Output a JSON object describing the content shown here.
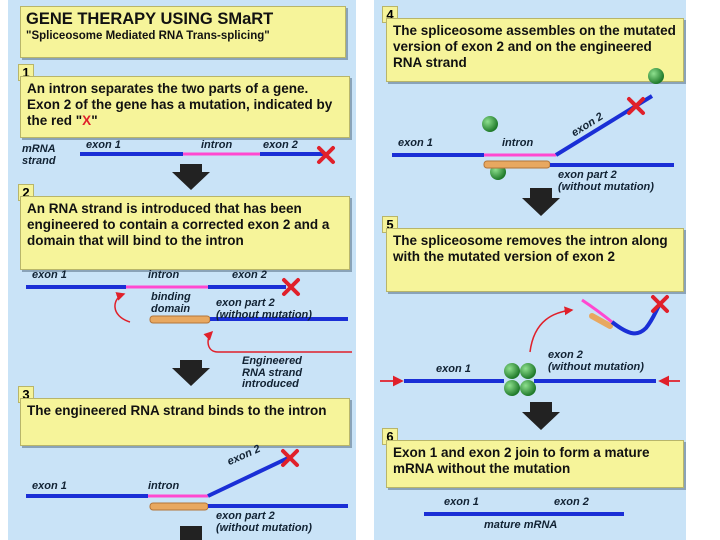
{
  "left": {
    "title": "GENE THERAPY USING SMaRT",
    "subtitle": "\"Spliceosome Mediated RNA Trans-splicing\"",
    "step1": {
      "num": "1",
      "text_pre": "An intron separates the two parts of a gene. Exon 2 of the gene has a mutation, indicated by the red \"",
      "text_x": "X",
      "text_post": "\"",
      "mrna": "mRNA",
      "strand": "strand",
      "exon1": "exon 1",
      "intron": "intron",
      "exon2": "exon 2"
    },
    "step2": {
      "num": "2",
      "text": "An RNA strand is introduced that has been engineered to contain a corrected exon 2 and a domain that will bind to the intron",
      "exon1": "exon 1",
      "intron": "intron",
      "exon2": "exon 2",
      "binding": "binding",
      "domain": "domain",
      "part2": "exon part 2",
      "without": "(without mutation)",
      "eng1": "Engineered",
      "eng2": "RNA strand",
      "eng3": "introduced"
    },
    "step3": {
      "num": "3",
      "text": "The engineered RNA strand binds to the intron",
      "exon1": "exon 1",
      "intron": "intron",
      "exon2": "exon 2",
      "part2": "exon part 2",
      "without": "(without mutation)"
    }
  },
  "right": {
    "step4": {
      "num": "4",
      "text": "The spliceosome assembles on the mutated version of exon 2 and on the engineered RNA strand",
      "exon1": "exon 1",
      "intron": "intron",
      "exon2": "exon 2",
      "part2": "exon part 2",
      "without": "(without mutation)"
    },
    "step5": {
      "num": "5",
      "text": "The spliceosome removes the intron along with the mutated version of exon 2",
      "exon1": "exon 1",
      "exon2": "exon 2",
      "without": "(without mutation)"
    },
    "step6": {
      "num": "6",
      "text": "Exon 1 and exon 2 join to form a mature mRNA without the mutation",
      "exon1": "exon 1",
      "exon2": "exon 2",
      "mature": "mature mRNA"
    }
  },
  "colors": {
    "panel_bg": "#c9e3f7",
    "box_bg": "#f6f49a",
    "exon": "#1a2fd6",
    "intron": "#ff48d0",
    "binding": "#e8a860",
    "mutation": "#e0202a",
    "spliceosome": "#2e9a3a",
    "arrow": "#222222"
  },
  "icons": [
    "mutation-x-icon",
    "down-arrow-icon",
    "spliceosome-icon",
    "curved-arrow-icon"
  ]
}
